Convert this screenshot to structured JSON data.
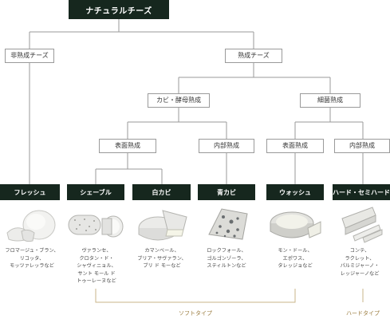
{
  "root": "ナチュラルチーズ",
  "level1": {
    "unripened": "非熟成チーズ",
    "ripened": "熟成チーズ"
  },
  "level2": {
    "mold_yeast": "カビ・酵母熟成",
    "bacteria": "細菌熟成"
  },
  "level3": {
    "mold_surface": "表面熟成",
    "mold_internal": "内部熟成",
    "bact_surface": "表面熟成",
    "bact_internal": "内部熟成"
  },
  "categories": [
    {
      "label": "フレッシュ",
      "examples": [
        "フロマージュ・ブラン、",
        "リコッタ、",
        "モッツァレッラなど"
      ]
    },
    {
      "label": "シェーブル",
      "examples": [
        "ヴァランセ、",
        "クロタン・ド・",
        "シャヴィニョル、",
        "サント モール ド",
        "トゥーレーヌなど"
      ]
    },
    {
      "label": "白カビ",
      "examples": [
        "カマンベール、",
        "ブリア・サヴァラン、",
        "ブリ ド モーなど"
      ]
    },
    {
      "label": "青カビ",
      "examples": [
        "ロックフォール、",
        "ゴルゴンゾーラ、",
        "スティルトンなど"
      ]
    },
    {
      "label": "ウォッシュ",
      "examples": [
        "モン・ドール、",
        "エポワス、",
        "タレッジョなど"
      ]
    },
    {
      "label": "ハード・セミハード",
      "examples": [
        "コンテ、",
        "ラクレット、",
        "パルミジャーノ・",
        "レッジャーノなど"
      ]
    }
  ],
  "types": {
    "soft": "ソフトタイプ",
    "hard": "ハードタイプ"
  },
  "colors": {
    "dark": "#16271e",
    "line": "#9a9a9a",
    "accent": "#c9b48a",
    "accent_text": "#9a7b3e"
  }
}
